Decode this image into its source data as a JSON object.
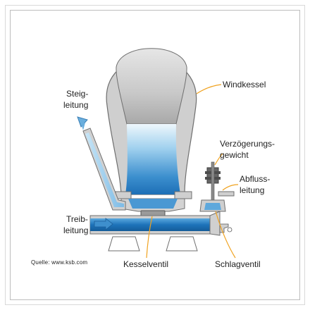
{
  "labels": {
    "windkessel": "Windkessel",
    "steigleitung_1": "Steig-",
    "steigleitung_2": "leitung",
    "verzoegerung_1": "Verzögerungs-",
    "verzoegerung_2": "gewicht",
    "abfluss_1": "Abfluss-",
    "abfluss_2": "leitung",
    "treib_1": "Treib-",
    "treib_2": "leitung",
    "kesselventil": "Kesselventil",
    "schlagventil": "Schlagventil"
  },
  "source": "Quelle: www.ksb.com",
  "colors": {
    "outline": "#6f6f6f",
    "wall": "#c9c9c9",
    "water_light": "#e2f2fb",
    "water_dark": "#1d6fb6",
    "leader": "#f0a21f"
  }
}
